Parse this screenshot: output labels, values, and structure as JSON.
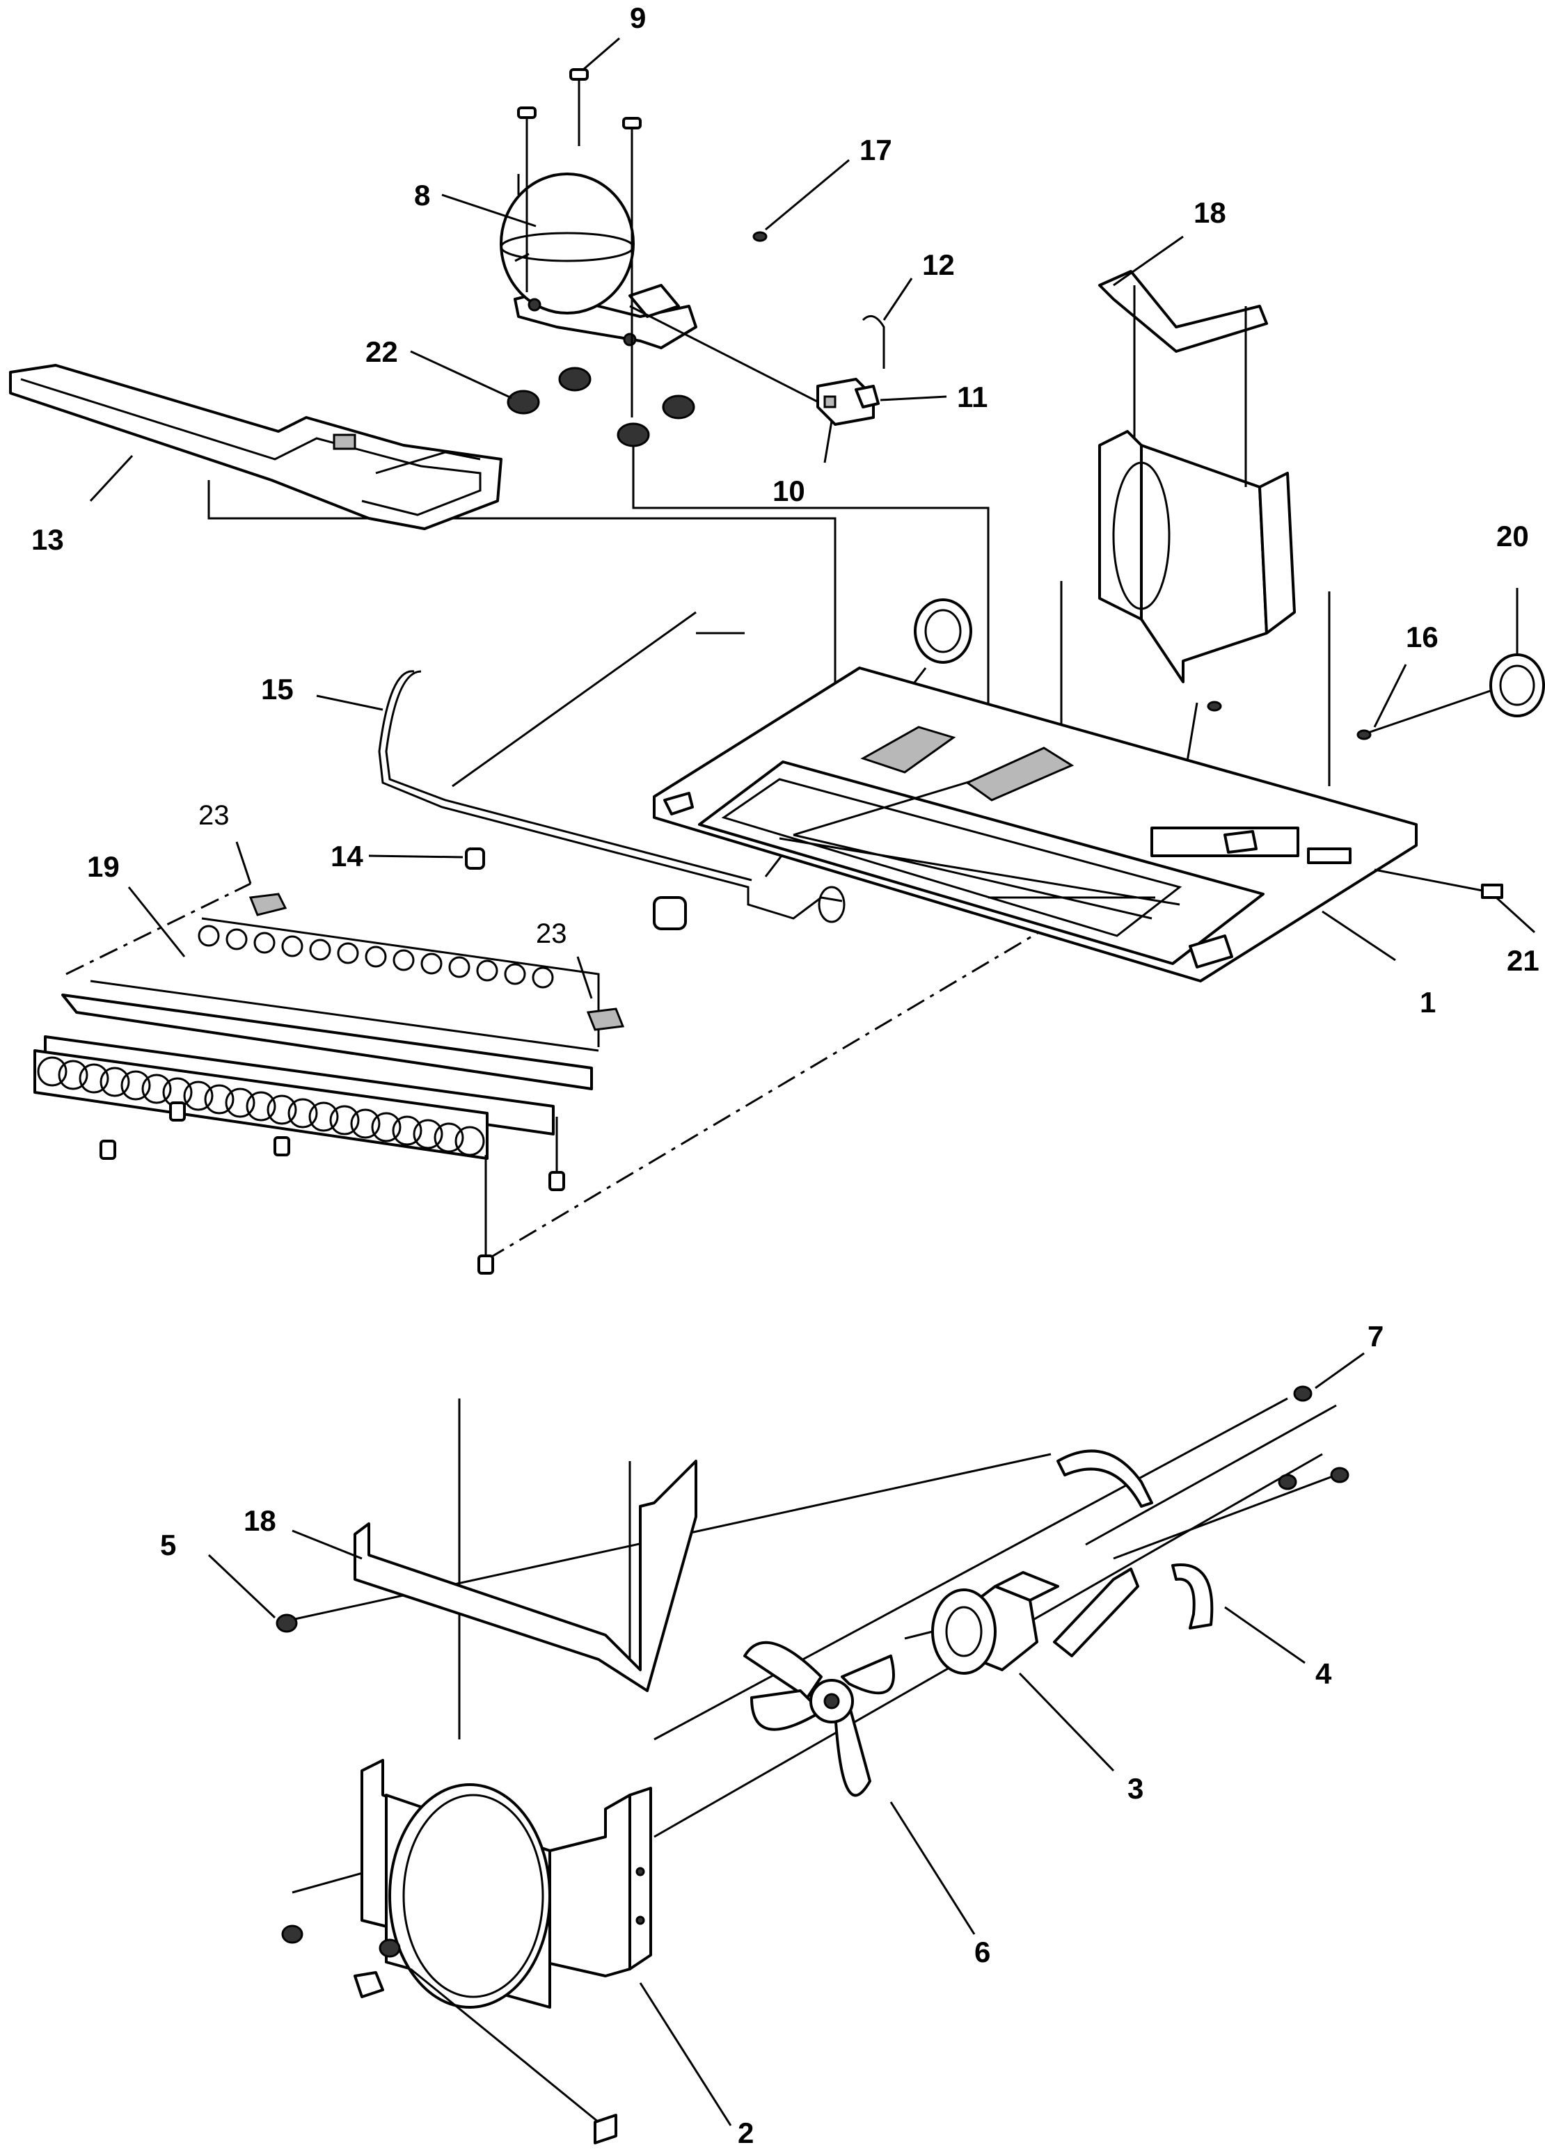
{
  "callouts": {
    "p1": "1",
    "p2": "2",
    "p3": "3",
    "p4": "4",
    "p5": "5",
    "p6": "6",
    "p7": "7",
    "p8": "8",
    "p9": "9",
    "p10": "10",
    "p11": "11",
    "p12": "12",
    "p13": "13",
    "p14": "14",
    "p15": "15",
    "p16": "16",
    "p17": "17",
    "p18a": "18",
    "p18b": "18",
    "p19": "19",
    "p20": "20",
    "p21": "21",
    "p22": "22",
    "p23a": "23",
    "p23b": "23"
  },
  "parts": [
    {
      "id": "1",
      "icon": "base-plate"
    },
    {
      "id": "2",
      "icon": "fan-shroud"
    },
    {
      "id": "3",
      "icon": "fan-motor"
    },
    {
      "id": "4",
      "icon": "motor-bracket"
    },
    {
      "id": "5",
      "icon": "screw"
    },
    {
      "id": "6",
      "icon": "fan-blade"
    },
    {
      "id": "7",
      "icon": "screw"
    },
    {
      "id": "8",
      "icon": "compressor"
    },
    {
      "id": "9",
      "icon": "bolt"
    },
    {
      "id": "10",
      "icon": "relay"
    },
    {
      "id": "11",
      "icon": "overload"
    },
    {
      "id": "12",
      "icon": "clip"
    },
    {
      "id": "13",
      "icon": "drain-pan"
    },
    {
      "id": "14",
      "icon": "clamp"
    },
    {
      "id": "15",
      "icon": "tubing"
    },
    {
      "id": "16",
      "icon": "screw"
    },
    {
      "id": "17",
      "icon": "screw"
    },
    {
      "id": "18",
      "icon": "baffle"
    },
    {
      "id": "19",
      "icon": "condenser-coil"
    },
    {
      "id": "20",
      "icon": "roller"
    },
    {
      "id": "21",
      "icon": "pin"
    },
    {
      "id": "22",
      "icon": "grommet"
    },
    {
      "id": "23",
      "icon": "coil-spacer"
    }
  ]
}
